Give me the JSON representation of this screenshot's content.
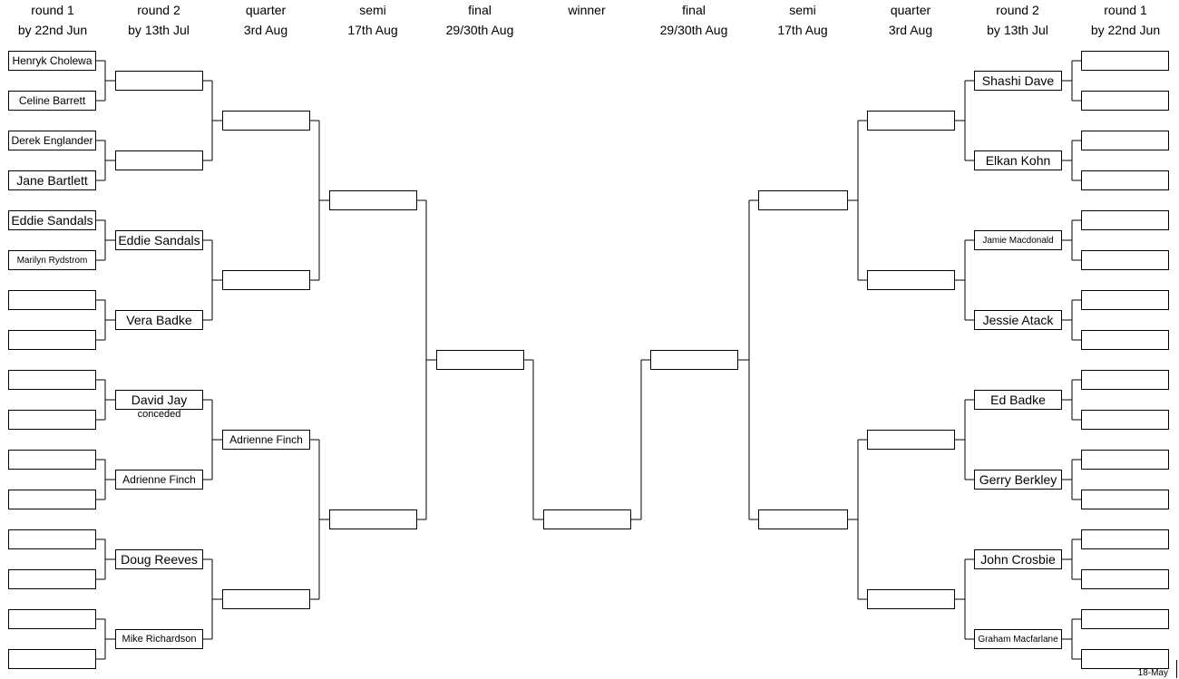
{
  "headers": [
    {
      "round": "round 1",
      "date": "by 22nd Jun"
    },
    {
      "round": "round 2",
      "date": "by 13th Jul"
    },
    {
      "round": "quarter",
      "date": "3rd Aug"
    },
    {
      "round": "semi",
      "date": "17th Aug"
    },
    {
      "round": "final",
      "date": "29/30th Aug"
    },
    {
      "round": "winner",
      "date": ""
    },
    {
      "round": "final",
      "date": "29/30th Aug"
    },
    {
      "round": "semi",
      "date": "17th Aug"
    },
    {
      "round": "quarter",
      "date": "3rd Aug"
    },
    {
      "round": "round 2",
      "date": "by 13th Jul"
    },
    {
      "round": "round 1",
      "date": "by 22nd Jun"
    }
  ],
  "bracket": {
    "left": {
      "round1": [
        "Henryk Cholewa",
        "Celine Barrett",
        "Derek Englander",
        "Jane Bartlett",
        "Eddie Sandals",
        "Marilyn Rydstrom",
        "",
        "",
        "",
        "",
        "",
        "",
        "",
        "",
        "",
        ""
      ],
      "round2": [
        "",
        "",
        "Eddie Sandals",
        "Vera Badke",
        "David Jay",
        "Adrienne Finch",
        "Doug Reeves",
        "Mike Richardson"
      ],
      "quarter": [
        "",
        "",
        "Adrienne Finch",
        ""
      ],
      "semi": [
        "",
        ""
      ],
      "final": [
        ""
      ]
    },
    "winner": "",
    "right": {
      "final": [
        ""
      ],
      "semi": [
        "",
        ""
      ],
      "quarter": [
        "",
        "",
        "",
        ""
      ],
      "round2": [
        "Shashi Dave",
        "Elkan Kohn",
        "Jamie Macdonald",
        "Jessie Atack",
        "Ed Badke",
        "Gerry Berkley",
        "John Crosbie",
        "Graham Macfarlane"
      ],
      "round1": [
        "",
        "",
        "",
        "",
        "",
        "",
        "",
        "",
        "",
        "",
        "",
        "",
        "",
        "",
        "",
        ""
      ]
    }
  },
  "notes": {
    "conceded": "conceded"
  },
  "footer": {
    "date": "18-May"
  }
}
